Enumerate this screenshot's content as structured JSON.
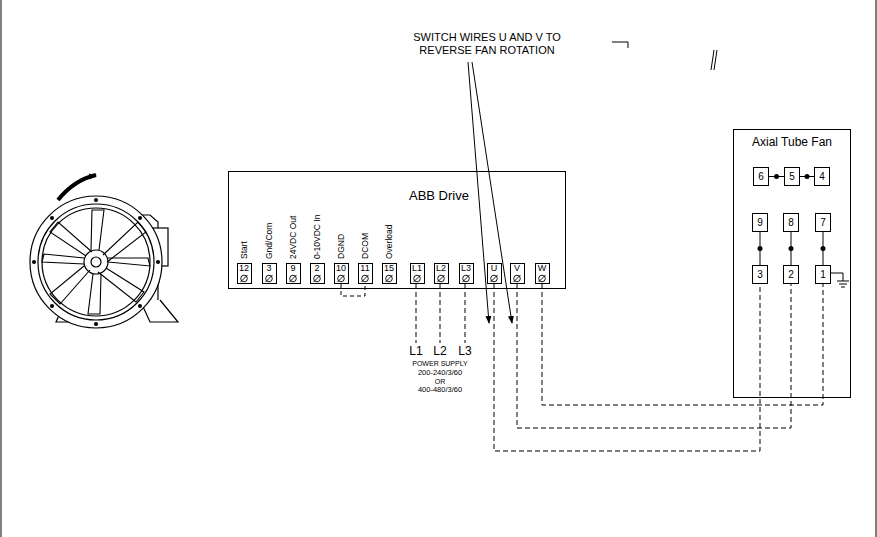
{
  "diagram": {
    "nodes": [
      {
        "text": [
          "ABB Drive"
        ]
      },
      {
        "text": [
          "Start",
          "12"
        ],
        "in": 0
      },
      {
        "text": [
          "Gnd/Com",
          "3"
        ],
        "in": 0
      },
      {
        "text": [
          "24VDC Out",
          "9"
        ],
        "in": 0
      },
      {
        "text": [
          "0-10VDC In",
          "2"
        ],
        "in": 0
      },
      {
        "text": [
          "DGND",
          "10"
        ],
        "in": 0
      },
      {
        "text": [
          "DCOM",
          "11"
        ],
        "in": 0
      },
      {
        "text": [
          "Overload",
          "15"
        ],
        "in": 0
      },
      {
        "text": [
          "L1"
        ],
        "in": 0
      },
      {
        "text": [
          "L2"
        ],
        "in": 0
      },
      {
        "text": [
          "L3"
        ],
        "in": 0
      },
      {
        "text": [
          "U"
        ],
        "in": 0
      },
      {
        "text": [
          "V"
        ],
        "in": 0
      },
      {
        "text": [
          "W"
        ],
        "in": 0
      },
      {
        "text": [
          "Axial Tube Fan"
        ]
      },
      {
        "text": [
          "6"
        ],
        "in": 14
      },
      {
        "text": [
          "5"
        ],
        "in": 14
      },
      {
        "text": [
          "4"
        ],
        "in": 14
      },
      {
        "text": [
          "9"
        ],
        "in": 14
      },
      {
        "text": [
          "8"
        ],
        "in": 14
      },
      {
        "text": [
          "7"
        ],
        "in": 14
      },
      {
        "text": [
          "3"
        ],
        "in": 14
      },
      {
        "text": [
          "2"
        ],
        "in": 14
      },
      {
        "text": [
          "1"
        ],
        "in": 14
      }
    ],
    "edges": [
      {
        "from": 5,
        "to": 6,
        "arrow": "none"
      },
      {
        "from": 11,
        "to": 21,
        "arrow": "none"
      },
      {
        "from": 12,
        "to": 22,
        "arrow": "none"
      },
      {
        "from": 13,
        "to": 23,
        "arrow": "none"
      },
      {
        "from": 15,
        "to": 16,
        "arrow": "none"
      },
      {
        "from": 16,
        "to": 17,
        "arrow": "none"
      },
      {
        "from": 18,
        "to": 21,
        "arrow": "none"
      },
      {
        "from": 19,
        "to": 22,
        "arrow": "none"
      },
      {
        "from": 20,
        "to": 23,
        "arrow": "none"
      }
    ],
    "labels": [
      "SWITCH WIRES U AND V TO REVERSE FAN ROTATION",
      "L1",
      "L2",
      "L3",
      "POWER SUPPLY",
      "200-240/3/60",
      "OR",
      "400-480/3/60"
    ]
  }
}
